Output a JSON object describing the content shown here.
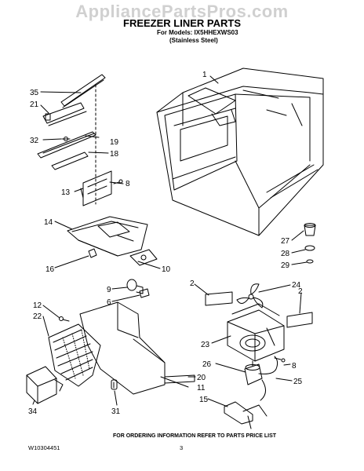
{
  "watermark": "AppliancePartsPros.com",
  "title": "FREEZER LINER PARTS",
  "models_line": "For Models: IX5HHEXWS03",
  "variant_line": "(Stainless Steel)",
  "footer_note": "FOR ORDERING INFORMATION REFER TO PARTS PRICE LIST",
  "doc_number": "W10304451",
  "page_number": "3",
  "callouts": {
    "c1": "1",
    "c35": "35",
    "c21": "21",
    "c32": "32",
    "c19": "19",
    "c18": "18",
    "c13": "13",
    "c8a": "8",
    "c14": "14",
    "c16": "16",
    "c10": "10",
    "c27": "27",
    "c28": "28",
    "c29": "29",
    "c9": "9",
    "c6": "6",
    "c12": "12",
    "c22": "22",
    "c2a": "2",
    "c24": "24",
    "c2b": "2",
    "c23": "23",
    "c26": "26",
    "c8b": "8",
    "c25": "25",
    "c20": "20",
    "c11": "11",
    "c15": "15",
    "c31": "31",
    "c34": "34"
  }
}
